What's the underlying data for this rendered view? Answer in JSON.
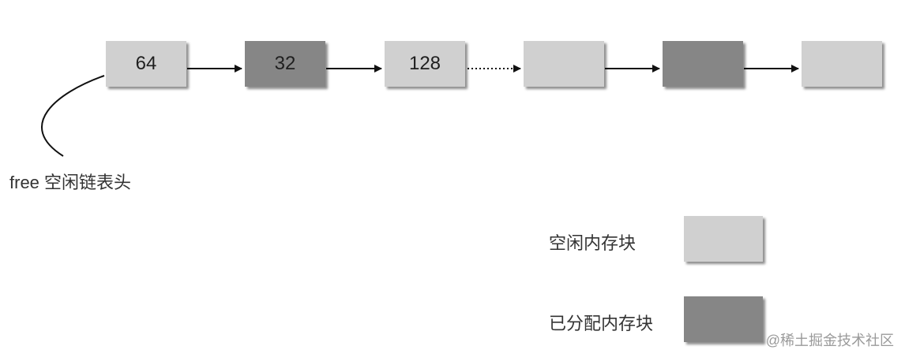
{
  "list": {
    "head_label": "free 空闲链表头",
    "blocks": [
      {
        "text": "64",
        "state": "free"
      },
      {
        "text": "32",
        "state": "used"
      },
      {
        "text": "128",
        "state": "free"
      },
      {
        "text": "",
        "state": "free"
      },
      {
        "text": "",
        "state": "used"
      },
      {
        "text": "",
        "state": "free"
      }
    ]
  },
  "legend": {
    "free_label": "空闲内存块",
    "used_label": "已分配内存块"
  },
  "colors": {
    "free": "#d0d0d0",
    "used": "#868686",
    "line": "#111111"
  },
  "watermark": "@稀土掘金技术社区"
}
